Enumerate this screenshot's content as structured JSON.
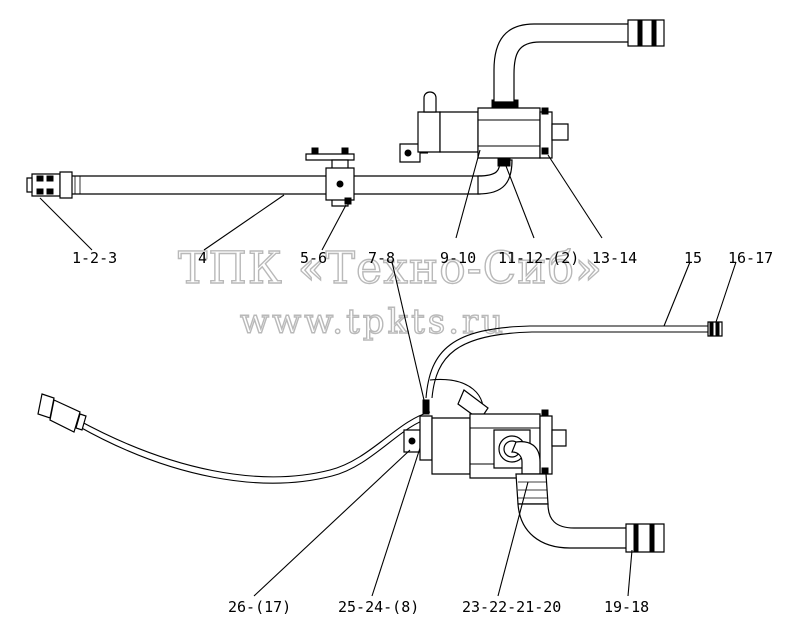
{
  "watermark": {
    "line1": "ТПК «Техно-Сиб»",
    "line2": "www.tpkts.ru"
  },
  "callouts": {
    "c_1_2_3": "1-2-3",
    "c_4": "4",
    "c_5_6": "5-6",
    "c_7_8": "7-8",
    "c_9_10": "9-10",
    "c_11_12": "11-12-(2)",
    "c_13_14": "13-14",
    "c_15": "15",
    "c_16_17": "16-17",
    "c_26_17": "26-(17)",
    "c_25_24_8": "25-24-(8)",
    "c_23_22_21_20": "23-22-21-20",
    "c_19_18": "19-18"
  }
}
